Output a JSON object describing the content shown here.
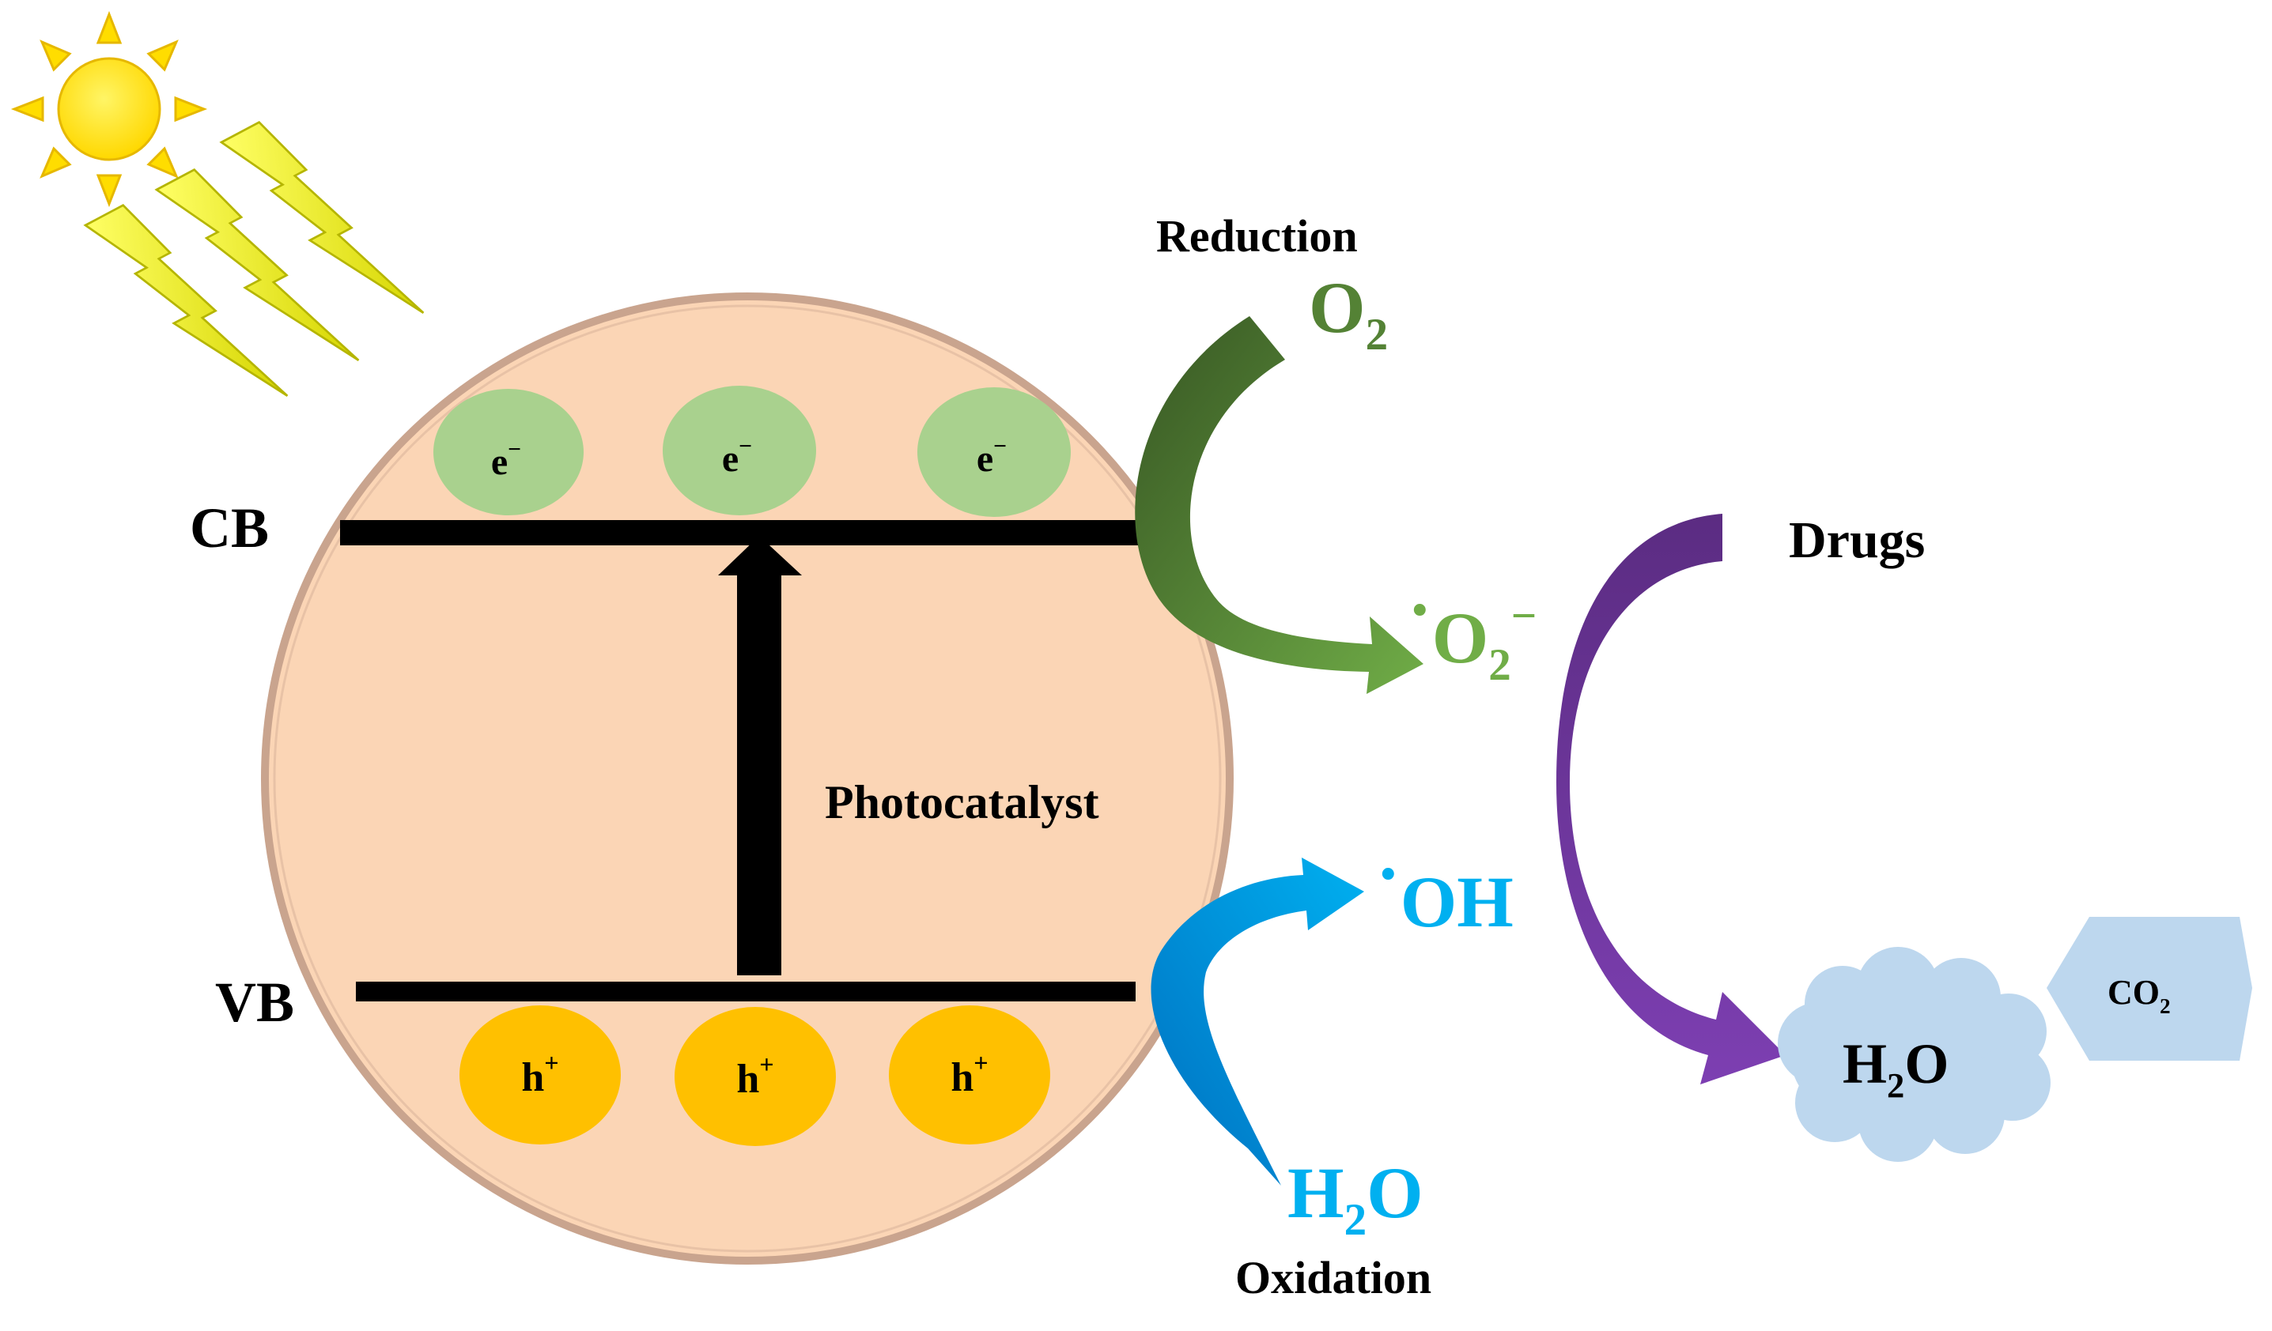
{
  "labels": {
    "cb": "CB",
    "vb": "VB",
    "photocatalyst": "Photocatalyst",
    "reduction": "Reduction",
    "oxidation": "Oxidation",
    "drugs": "Drugs"
  },
  "electron": {
    "base": "e",
    "charge": "−"
  },
  "hole": {
    "base": "h",
    "charge": "+"
  },
  "species": {
    "o2": {
      "base": "O",
      "sub": "2"
    },
    "superoxide": {
      "dot": "·",
      "base": "O",
      "sub": "2",
      "sup": "−"
    },
    "hydroxyl": {
      "dot": "·",
      "base": "OH"
    },
    "h2o_reactant": {
      "base1": "H",
      "sub": "2",
      "base2": "O"
    },
    "h2o_product": {
      "base1": "H",
      "sub": "2",
      "base2": "O"
    },
    "co2": {
      "base": "CO",
      "sub": "2"
    }
  },
  "colors": {
    "particle_fill": "#fbd5b5",
    "particle_border": "#c9a48e",
    "electron_fill": "#a9d18e",
    "hole_fill": "#ffc000",
    "sun": "#ffee00",
    "bolt": "#f5f500",
    "reduction_green": "#548235",
    "superoxide_green": "#70ad47",
    "oxidation_blue": "#00b0f0",
    "drug_purple": "#7030a0",
    "product_blue": "#bdd7ee",
    "band_black": "#000000"
  },
  "icons": [
    "sun-icon",
    "lightning-bolt-icon"
  ]
}
